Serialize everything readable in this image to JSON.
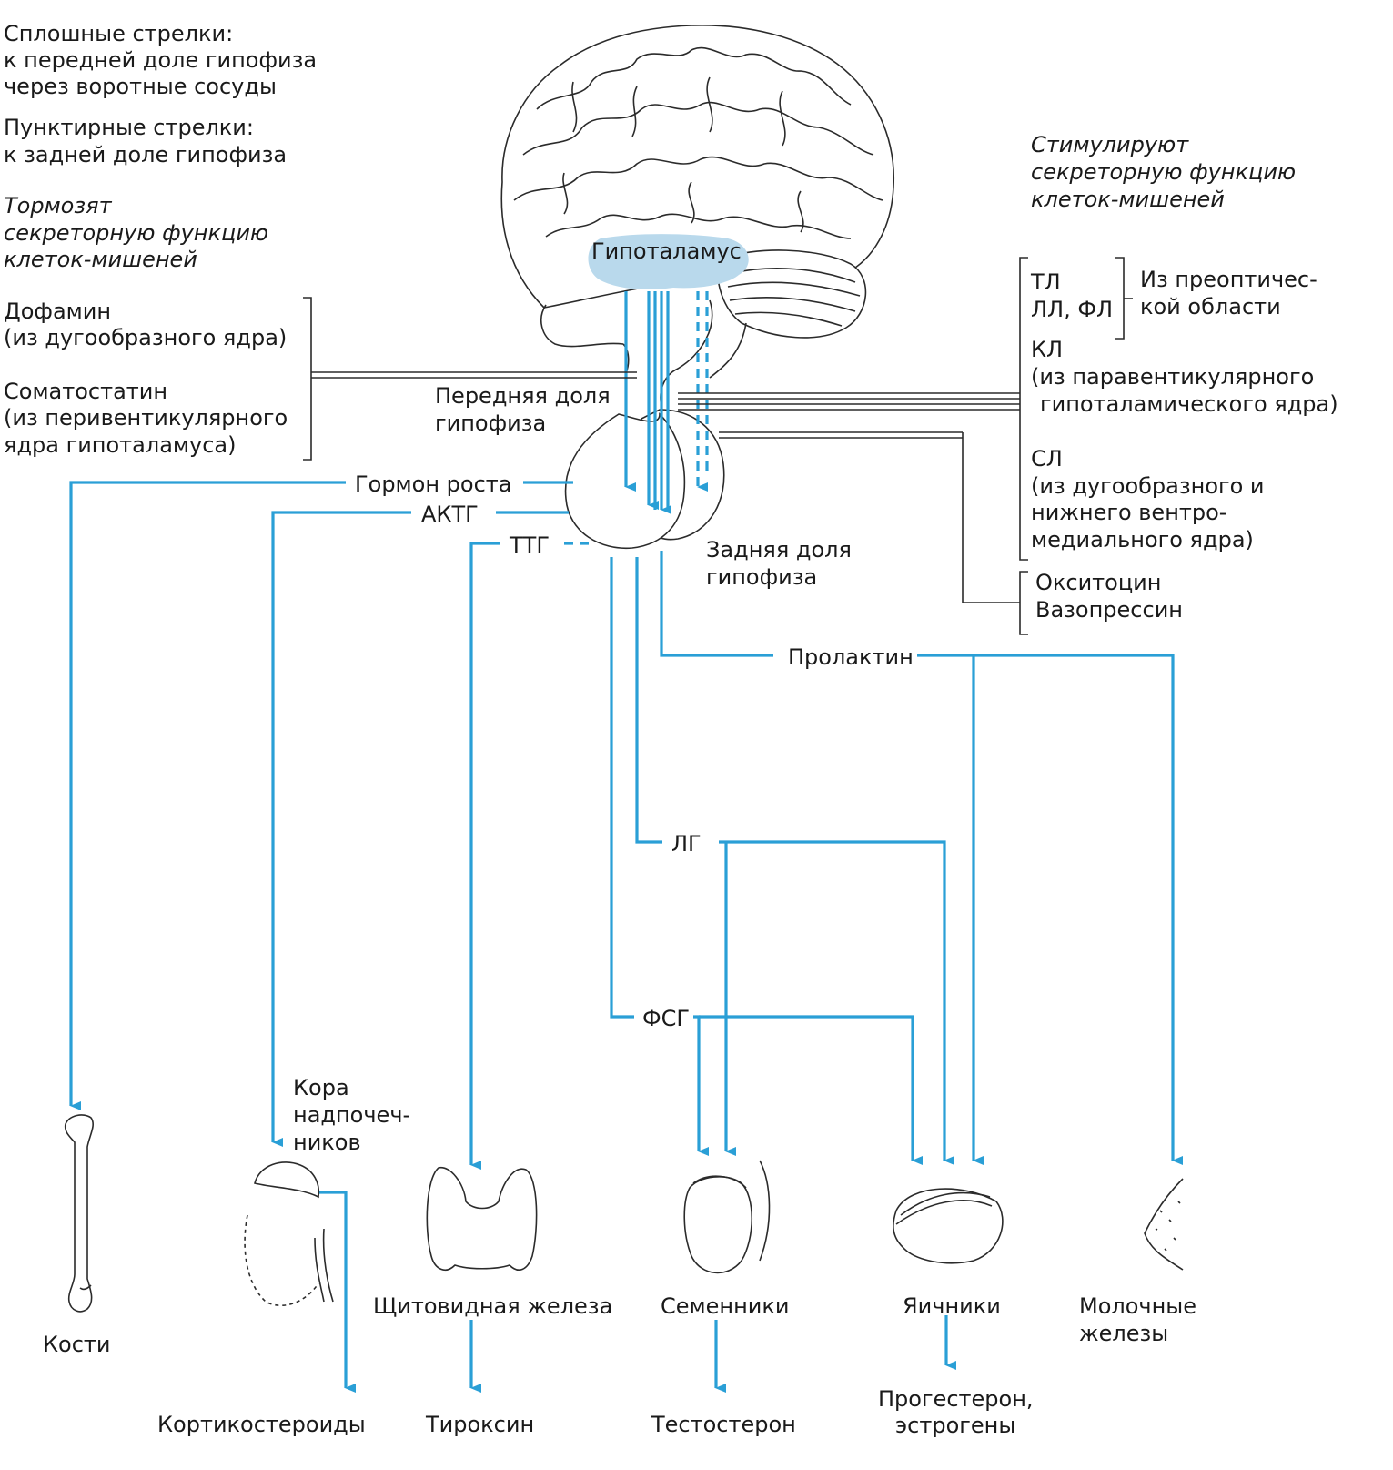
{
  "legend": {
    "solid_title": "Сплошные стрелки:",
    "solid_line1": "к передней доле гипофиза",
    "solid_line2": "через воротные сосуды",
    "dashed_title": "Пунктирные стрелки:",
    "dashed_line1": "к задней доле гипофиза"
  },
  "inhibit": {
    "line1": "Тормозят",
    "line2": "секреторную функцию",
    "line3": "клеток-мишеней",
    "dopamine": "Дофамин",
    "dopamine_src": "(из дугообразного ядра)",
    "somatostatin": "Соматостатин",
    "somatostatin_src1": "(из перивентикулярного",
    "somatostatin_src2": "ядра гипоталамуса)"
  },
  "stimulate": {
    "line1": "Стимулируют",
    "line2": "секреторную функцию",
    "line3": "клеток-мишеней",
    "tl": "ТЛ",
    "ll_fl": "ЛЛ, ФЛ",
    "preoptic1": "Из преоптичес-",
    "preoptic2": "кой области",
    "kl": "КЛ",
    "kl_src1": "(из паравентикулярного",
    "kl_src2": "гипоталамического ядра)",
    "sl": "СЛ",
    "sl_src1": "(из дугообразного и",
    "sl_src2": "нижнего вентро-",
    "sl_src3": "медиального ядра)",
    "oxytocin": "Окситоцин",
    "vasopressin": "Вазопрессин"
  },
  "brain": {
    "hypothalamus": "Гипоталамус",
    "anterior1": "Передняя доля",
    "anterior2": "гипофиза",
    "posterior1": "Задняя доля",
    "posterior2": "гипофиза"
  },
  "hormones": {
    "growth": "Гормон роста",
    "actg": "АКТГ",
    "ttg": "ТТГ",
    "prolactin": "Пролактин",
    "lg": "ЛГ",
    "fsg": "ФСГ"
  },
  "targets": {
    "bones": "Кости",
    "adrenal1": "Кора",
    "adrenal2": "надпочеч-",
    "adrenal3": "ников",
    "thyroid": "Щитовидная железа",
    "testes": "Семенники",
    "ovaries": "Яичники",
    "mammary1": "Молочные",
    "mammary2": "железы"
  },
  "products": {
    "corticosteroids": "Кортикостероиды",
    "thyroxine": "Тироксин",
    "testosterone": "Тестостерон",
    "progesterone": "Прогестерон,",
    "estrogens": "эстрогены"
  },
  "colors": {
    "arrow": "#2a9fd6",
    "hypothalamus_fill": "#b9d9ec",
    "ink": "#2b2b2b"
  }
}
